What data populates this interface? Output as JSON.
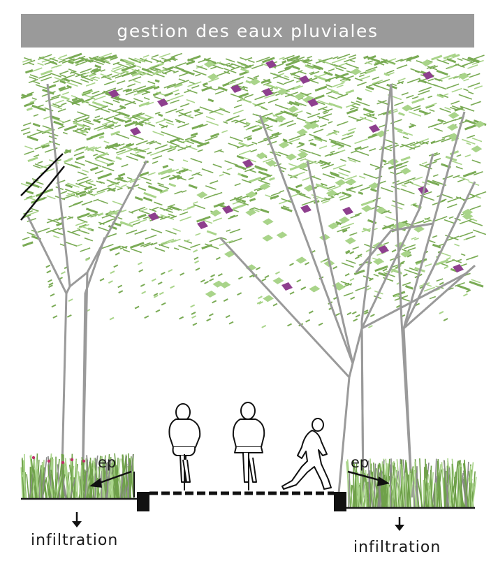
{
  "title": "gestion des eaux pluviales",
  "labels": {
    "ep_left": "ep",
    "ep_right": "ep",
    "infiltration_left": "infiltration",
    "infiltration_right": "infiltration"
  },
  "colors": {
    "banner": "#9a9a9a",
    "foliage_dark": "#7aab55",
    "foliage_light": "#a9d48a",
    "foliage_accent": "#8e3f8e",
    "trunk": "#9a9a9a",
    "ground": "#1a1a1a",
    "grass": "#6fa14a"
  },
  "icons": [
    "cyclist-icon",
    "cyclist-icon",
    "pedestrian-icon",
    "arrow-down-icon",
    "arrow-down-icon"
  ]
}
